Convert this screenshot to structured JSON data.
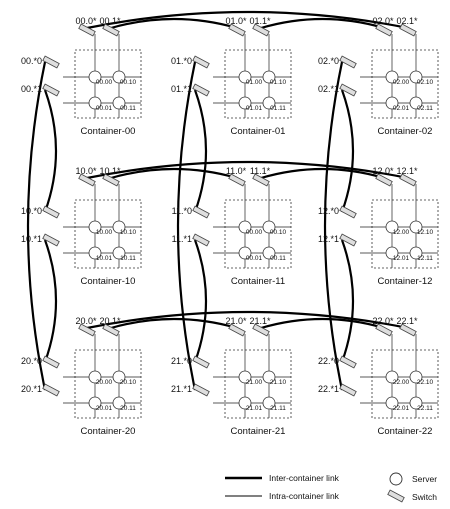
{
  "containers": [
    {
      "name": "Container-00",
      "left_switches": [
        "00.*0",
        "00.*1"
      ],
      "top_switches": [
        "00.0*",
        "00.1*"
      ],
      "servers": [
        "00.00",
        "00.10",
        "00.01",
        "00.11"
      ]
    },
    {
      "name": "Container-01",
      "left_switches": [
        "01.*0",
        "01.*1"
      ],
      "top_switches": [
        "01.0*",
        "01.1*"
      ],
      "servers": [
        "01.00",
        "01.10",
        "01.01",
        "01.11"
      ]
    },
    {
      "name": "Container-02",
      "left_switches": [
        "02.*0",
        "02.*1"
      ],
      "top_switches": [
        "02.0*",
        "02.1*"
      ],
      "servers": [
        "02.00",
        "02.10",
        "02.01",
        "02.11"
      ]
    },
    {
      "name": "Container-10",
      "left_switches": [
        "10.*0",
        "10.*1"
      ],
      "top_switches": [
        "10.0*",
        "10.1*"
      ],
      "servers": [
        "10.00",
        "10.10",
        "10.01",
        "10.11"
      ]
    },
    {
      "name": "Container-11",
      "left_switches": [
        "11.*0",
        "11.*1"
      ],
      "top_switches": [
        "11.0*",
        "11.1*"
      ],
      "servers": [
        "00.00",
        "00.10",
        "00.01",
        "00.11"
      ]
    },
    {
      "name": "Container-12",
      "left_switches": [
        "12.*0",
        "12.*1"
      ],
      "top_switches": [
        "12.0*",
        "12.1*"
      ],
      "servers": [
        "12.00",
        "12.10",
        "12.01",
        "12.11"
      ]
    },
    {
      "name": "Container-20",
      "left_switches": [
        "20.*0",
        "20.*1"
      ],
      "top_switches": [
        "20.0*",
        "20.1*"
      ],
      "servers": [
        "20.00",
        "20.10",
        "20.01",
        "20.11"
      ]
    },
    {
      "name": "Container-21",
      "left_switches": [
        "21.*0",
        "21.*1"
      ],
      "top_switches": [
        "21.0*",
        "21.1*"
      ],
      "servers": [
        "21.00",
        "21.10",
        "21.01",
        "21.11"
      ]
    },
    {
      "name": "Container-22",
      "left_switches": [
        "22.*0",
        "22.*1"
      ],
      "top_switches": [
        "22.0*",
        "22.1*"
      ],
      "servers": [
        "22.00",
        "22.10",
        "22.01",
        "22.11"
      ]
    }
  ],
  "legend": {
    "inter_link": "Inter-container link",
    "intra_link": "Intra-container link",
    "server": "Server",
    "switch": "Switch"
  }
}
